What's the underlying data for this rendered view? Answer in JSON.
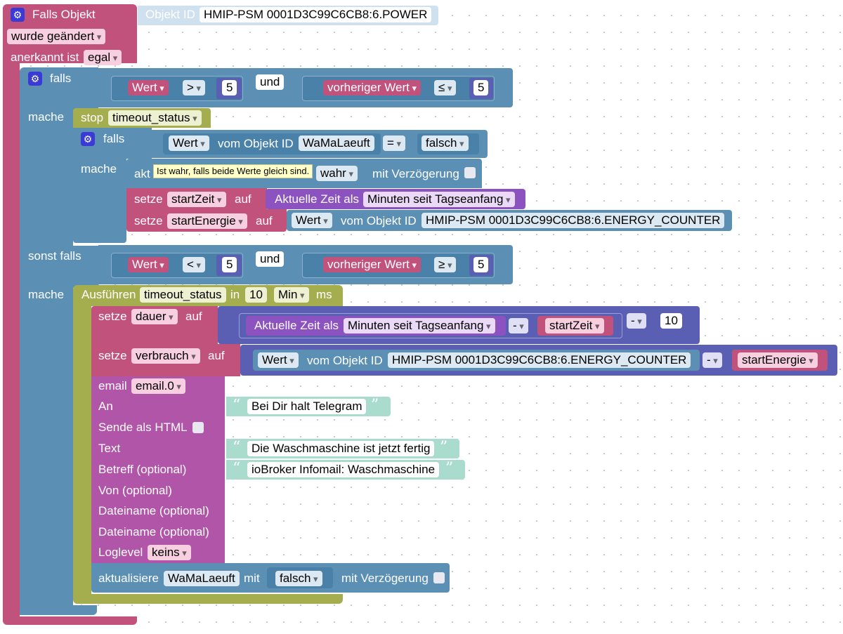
{
  "trigger": {
    "title": "Falls Objekt",
    "object_id_label": "Objekt ID",
    "object_id": "HMIP-PSM 0001D3C99C6CB8:6.POWER",
    "changed": "wurde geändert",
    "ack_label": "anerkannt ist",
    "ack_value": "egal"
  },
  "if1": {
    "falls": "falls",
    "mache": "mache",
    "sonst_falls": "sonst falls",
    "mache2": "mache",
    "cond1": {
      "left": "Wert",
      "op": ">",
      "num": "5",
      "und": "und",
      "right": "vorheriger Wert",
      "op2": "≤",
      "num2": "5"
    },
    "cond2": {
      "left": "Wert",
      "op": "<",
      "num": "5",
      "und": "und",
      "right": "vorheriger Wert",
      "op2": "≥",
      "num2": "5"
    }
  },
  "stop": {
    "label": "stop",
    "name": "timeout_status"
  },
  "if2": {
    "falls": "falls",
    "mache": "mache",
    "wert": "Wert",
    "vom": "vom Objekt ID",
    "obj": "WaMaLaeuft",
    "eq": "=",
    "val": "falsch"
  },
  "update1": {
    "label_partial": "akt",
    "value_partial": "wahr",
    "delay": "mit Verzögerung"
  },
  "tooltip": "Ist wahr, falls beide Werte gleich sind.",
  "set1": {
    "setze": "setze",
    "var": "startZeit",
    "auf": "auf",
    "time_label": "Aktuelle Zeit als",
    "time_fmt": "Minuten seit Tagseanfang"
  },
  "set2": {
    "setze": "setze",
    "var": "startEnergie",
    "auf": "auf",
    "wert": "Wert",
    "vom": "vom Objekt ID",
    "obj": "HMIP-PSM 0001D3C99C6CB8:6.ENERGY_COUNTER"
  },
  "timeout": {
    "label": "Ausführen",
    "name": "timeout_status",
    "in": "in",
    "val": "10",
    "unit": "Min",
    "ms": "ms"
  },
  "set3": {
    "setze": "setze",
    "var": "dauer",
    "auf": "auf",
    "time_label": "Aktuelle Zeit als",
    "time_fmt": "Minuten seit Tagseanfang",
    "minus": "-",
    "var2": "startZeit",
    "minus2": "-",
    "num": "10"
  },
  "set4": {
    "setze": "setze",
    "var": "verbrauch",
    "auf": "auf",
    "wert": "Wert",
    "vom": "vom Objekt ID",
    "obj": "HMIP-PSM 0001D3C99C6CB8:6.ENERGY_COUNTER",
    "minus": "-",
    "var2": "startEnergie"
  },
  "email": {
    "label": "email",
    "instance": "email.0",
    "an": "An",
    "an_val": "Bei Dir halt Telegram",
    "html": "Sende als HTML",
    "text": "Text",
    "text_val": "Die Waschmaschine ist jetzt fertig",
    "betreff": "Betreff (optional)",
    "betreff_val": "ioBroker Infomail: Waschmaschine",
    "von": "Von (optional)",
    "datei1": "Dateiname (optional)",
    "datei2": "Dateiname (optional)",
    "loglevel": "Loglevel",
    "loglevel_val": "keins"
  },
  "update2": {
    "label": "aktualisiere",
    "obj": "WaMaLaeuft",
    "mit": "mit",
    "val": "falsch",
    "delay": "mit Verzögerung"
  },
  "colors": {
    "event": "#c0527c",
    "logic": "#5b8fb4",
    "timeout": "#a5ae4f",
    "time": "#8c52bf",
    "math": "#5b5fb4",
    "email": "#b155a8",
    "text": "#a9dccd"
  }
}
